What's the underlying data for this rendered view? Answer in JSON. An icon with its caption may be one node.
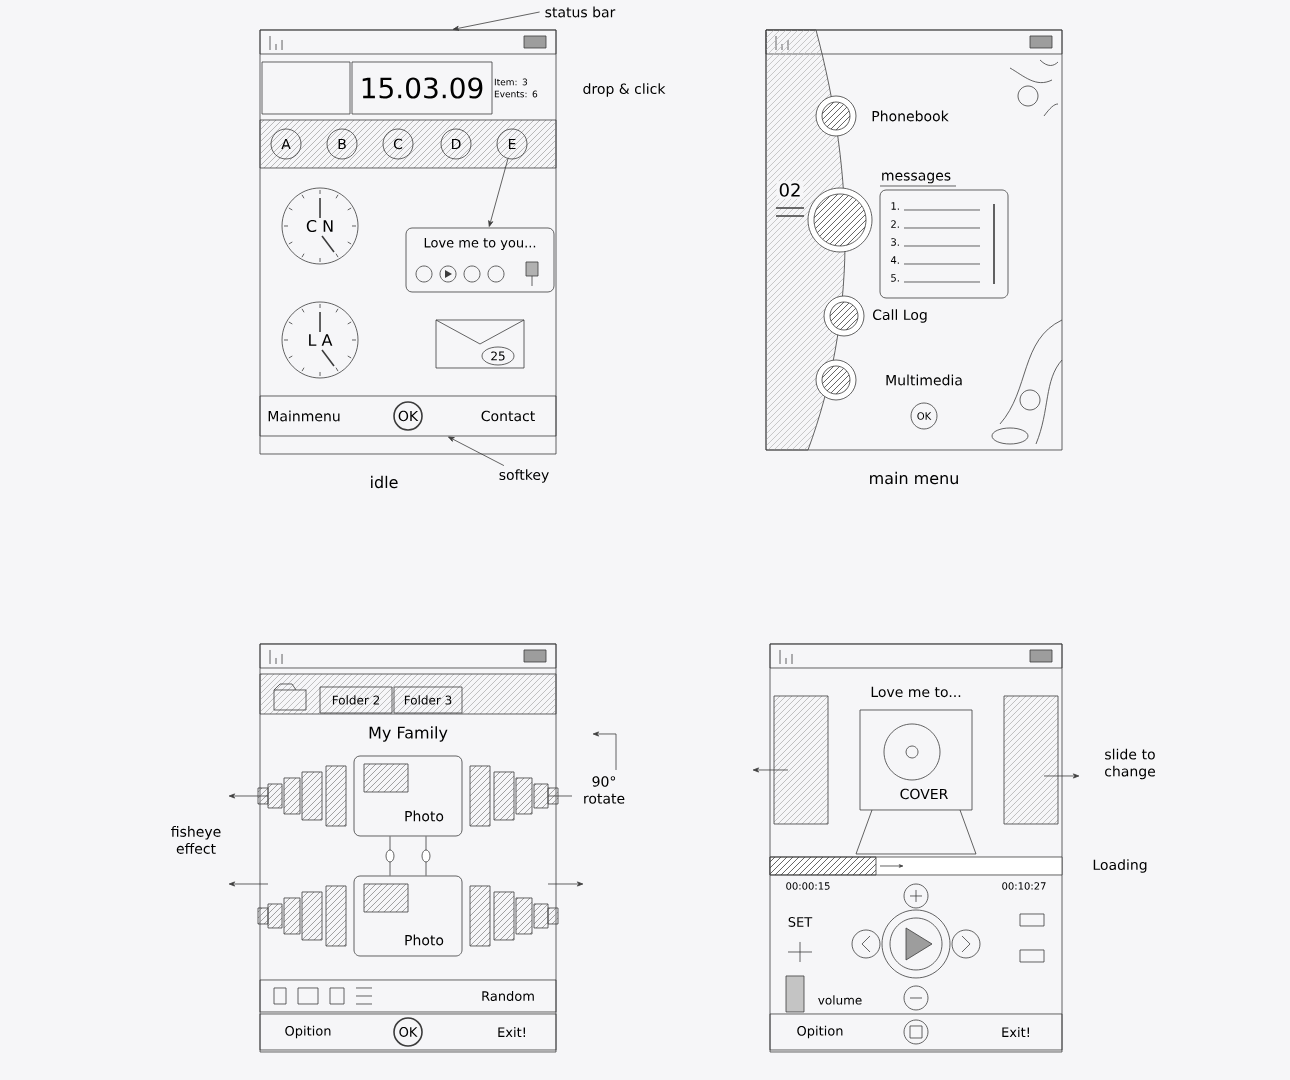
{
  "diagram": {
    "nodes": [
      {
        "text": [],
        "shape": "box",
        "beside": [
          "idle"
        ]
      },
      {
        "text": [],
        "shape": "box",
        "in": 0
      },
      {
        "text": [
          "15.03.09"
        ],
        "in": 0
      },
      {
        "text": [
          "Item: 3 Events: 6"
        ],
        "in": 0
      },
      {
        "text": [
          "A"
        ],
        "in": 0
      },
      {
        "text": [
          "B"
        ],
        "in": 0
      },
      {
        "text": [
          "C"
        ],
        "in": 0
      },
      {
        "text": [
          "D"
        ],
        "in": 0
      },
      {
        "text": [
          "E"
        ],
        "in": 0
      },
      {
        "text": [
          "C N"
        ],
        "in": 0
      },
      {
        "text": [
          "L A"
        ],
        "in": 0
      },
      {
        "text": [
          "Love me to you..."
        ],
        "in": 0
      },
      {
        "text": [
          "25"
        ],
        "in": 0
      },
      {
        "text": [
          "Mainmenu",
          "OK",
          "Contact"
        ],
        "in": 0
      },
      {
        "text": [
          "status bar"
        ]
      },
      {
        "text": [
          "softkey"
        ]
      },
      {
        "text": [],
        "shape": "box",
        "beside": [
          "main menu"
        ]
      },
      {
        "text": [
          "Phonebook"
        ],
        "in": 16
      },
      {
        "text": [
          "messages",
          "1.",
          "2.",
          "3.",
          "4.",
          "5."
        ],
        "in": 16
      },
      {
        "text": [
          "Call Log"
        ],
        "in": 16
      },
      {
        "text": [
          "Multimedia"
        ],
        "in": 16
      },
      {
        "text": [
          "OK"
        ],
        "in": 16
      },
      {
        "text": [],
        "shape": "box"
      },
      {
        "text": [
          "Folder 2"
        ],
        "in": 22
      },
      {
        "text": [
          "Folder 3"
        ],
        "in": 22
      },
      {
        "text": [
          "Photo"
        ],
        "in": 22
      },
      {
        "text": [
          "Photo"
        ],
        "in": 22
      },
      {
        "text": [
          "Random"
        ],
        "in": 22
      },
      {
        "text": [
          "Opition",
          "OK",
          "Exit!"
        ],
        "in": 22
      },
      {
        "text": [],
        "shape": "box"
      },
      {
        "text": [
          "Love me to...",
          "COVER"
        ],
        "in": 29
      },
      {
        "text": [],
        "shape": "bar",
        "in": 29,
        "beside": [
          "00:00:15",
          "00:10:27"
        ]
      },
      {
        "text": [
          "Opition",
          "Exit!"
        ],
        "in": 29
      }
    ],
    "edges": [
      {
        "from": 14,
        "to": 0,
        "arrow": "to"
      },
      {
        "from": 8,
        "to": 11,
        "arrow": "to"
      },
      {
        "from": 15,
        "to": 13,
        "arrow": "to"
      },
      {
        "from": 25,
        "to": 26,
        "arrow": "none"
      },
      {
        "from": 25,
        "to": 26,
        "arrow": "none"
      }
    ],
    "labels": [
      "drop & click",
      "02",
      "My Family",
      "fisheye effect",
      "90° rotate",
      "slide to change",
      "Loading",
      "SET",
      "volume"
    ]
  }
}
